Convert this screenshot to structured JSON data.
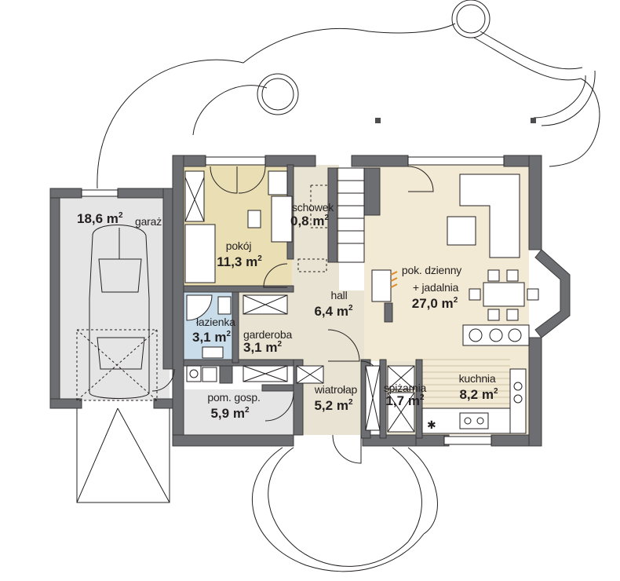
{
  "rooms": [
    {
      "key": "garaz",
      "name": "garaż",
      "area": "18,6 m",
      "unit_sup": "2"
    },
    {
      "key": "pokoj",
      "name": "pokój",
      "area": "11,3 m",
      "unit_sup": "2"
    },
    {
      "key": "schowek",
      "name": "schowek",
      "area": "0,8 m",
      "unit_sup": "2"
    },
    {
      "key": "lazienka",
      "name": "łazienka",
      "area": "3,1 m",
      "unit_sup": "2"
    },
    {
      "key": "garderoba",
      "name": "garderoba",
      "area": "3,1 m",
      "unit_sup": "2"
    },
    {
      "key": "hall",
      "name": "hall",
      "area": "6,4 m",
      "unit_sup": "2"
    },
    {
      "key": "pok_dzienny",
      "name": "pok. dzienny",
      "name2": "+ jadalnia",
      "area": "27,0 m",
      "unit_sup": "2"
    },
    {
      "key": "pom_gosp",
      "name": "pom. gosp.",
      "area": "5,9 m",
      "unit_sup": "2"
    },
    {
      "key": "wiatrolap",
      "name": "wiatrołap",
      "area": "5,2 m",
      "unit_sup": "2"
    },
    {
      "key": "spizarnia",
      "name": "spiżarnia",
      "area": "1,7 m",
      "unit_sup": "2"
    },
    {
      "key": "kuchnia",
      "name": "kuchnia",
      "area": "8,2 m",
      "unit_sup": "2"
    }
  ],
  "colors": {
    "wall": "#6d6e71",
    "wall_outline": "#3a3a3a",
    "garage_floor": "#e5e5e6",
    "room_floor": "#e8e3d2",
    "living_floor": "#f2ead4",
    "bedroom_floor": "#eadfb4",
    "bathroom_floor": "#c8dde9",
    "line": "#4d4d4f",
    "heater": "#d98c2e"
  }
}
